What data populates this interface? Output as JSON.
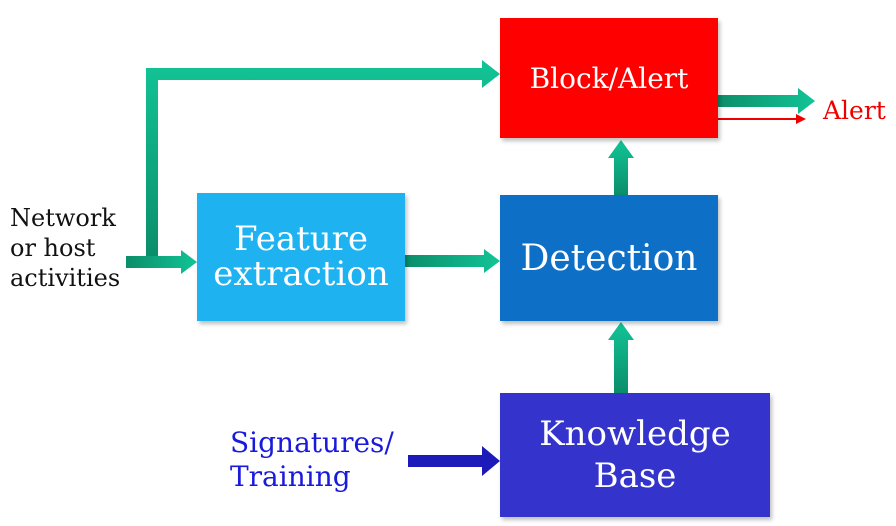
{
  "diagram": {
    "nodes": {
      "block_alert": "Block/Alert",
      "feature_extraction": "Feature extraction",
      "detection": "Detection",
      "knowledge_base": "Knowledge Base"
    },
    "labels": {
      "input_line1": "Network",
      "input_line2": "or host",
      "input_line3": "activities",
      "signatures_line1": "Signatures/",
      "signatures_line2": "Training",
      "alert_output": "Alert"
    },
    "colors": {
      "block_alert": "#ff0000",
      "feature_extraction": "#1eb3f0",
      "detection": "#0e6fc7",
      "knowledge_base": "#3434cc",
      "arrow": "#0fa37a",
      "signatures_arrow": "#1c1ab8",
      "alert_text": "#ee0000"
    }
  }
}
